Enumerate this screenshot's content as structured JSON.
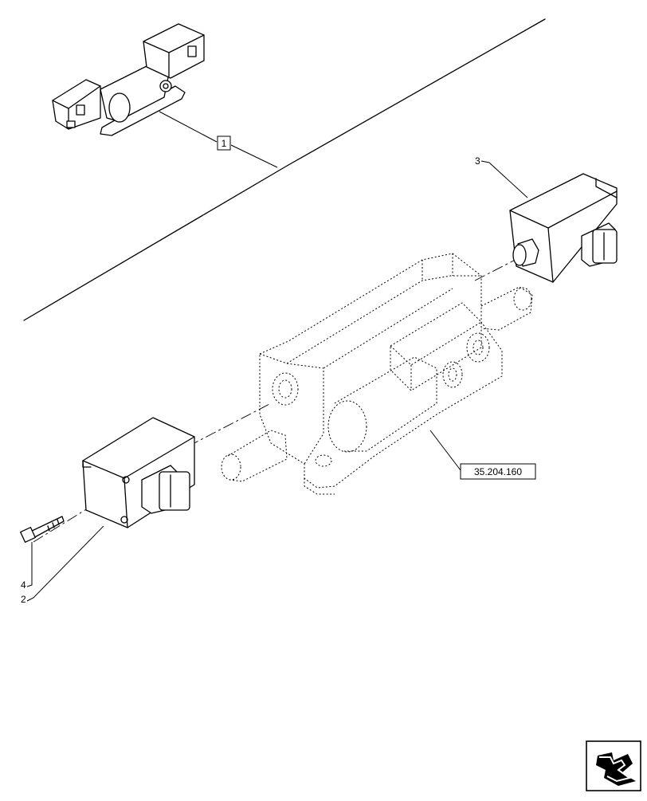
{
  "callouts": {
    "item1": "1",
    "item2": "2",
    "item3": "3",
    "item4": "4"
  },
  "reference": {
    "code": "35.204.160"
  },
  "icons": {
    "nav": "next-page-arrow-icon"
  }
}
